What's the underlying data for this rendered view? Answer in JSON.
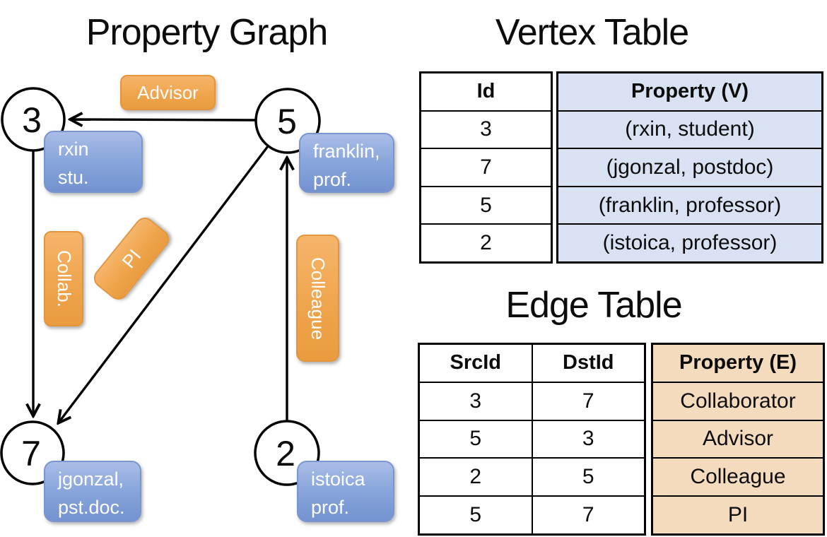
{
  "diagram": {
    "graph_title": "Property Graph",
    "vertex_table_title": "Vertex Table",
    "edge_table_title": "Edge Table"
  },
  "graph": {
    "nodes": [
      {
        "id": "3",
        "label_line1": "rxin",
        "label_line2": "stu."
      },
      {
        "id": "5",
        "label_line1": "franklin,",
        "label_line2": "prof."
      },
      {
        "id": "7",
        "label_line1": "jgonzal,",
        "label_line2": "pst.doc."
      },
      {
        "id": "2",
        "label_line1": "istoica",
        "label_line2": "prof."
      }
    ],
    "edges": [
      {
        "src": "5",
        "dst": "3",
        "label": "Advisor"
      },
      {
        "src": "3",
        "dst": "7",
        "label": "Collab."
      },
      {
        "src": "5",
        "dst": "7",
        "label": "PI"
      },
      {
        "src": "2",
        "dst": "5",
        "label": "Colleague"
      }
    ]
  },
  "vertex_table": {
    "headers": {
      "id": "Id",
      "property": "Property (V)"
    },
    "rows": [
      {
        "id": "3",
        "property": "(rxin, student)"
      },
      {
        "id": "7",
        "property": "(jgonzal, postdoc)"
      },
      {
        "id": "5",
        "property": "(franklin, professor)"
      },
      {
        "id": "2",
        "property": "(istoica, professor)"
      }
    ]
  },
  "edge_table": {
    "headers": {
      "src": "SrcId",
      "dst": "DstId",
      "property": "Property (E)"
    },
    "rows": [
      {
        "src": "3",
        "dst": "7",
        "property": "Collaborator"
      },
      {
        "src": "5",
        "dst": "3",
        "property": "Advisor"
      },
      {
        "src": "2",
        "dst": "5",
        "property": "Colleague"
      },
      {
        "src": "5",
        "dst": "7",
        "property": "PI"
      }
    ]
  },
  "colors": {
    "edge_label_fill": "#F0A64E",
    "node_property_fill": "#8CA8DC",
    "vertex_table_property_fill": "#D9E2F2",
    "edge_table_property_fill": "#F4DBBE",
    "line_color": "#000000"
  }
}
